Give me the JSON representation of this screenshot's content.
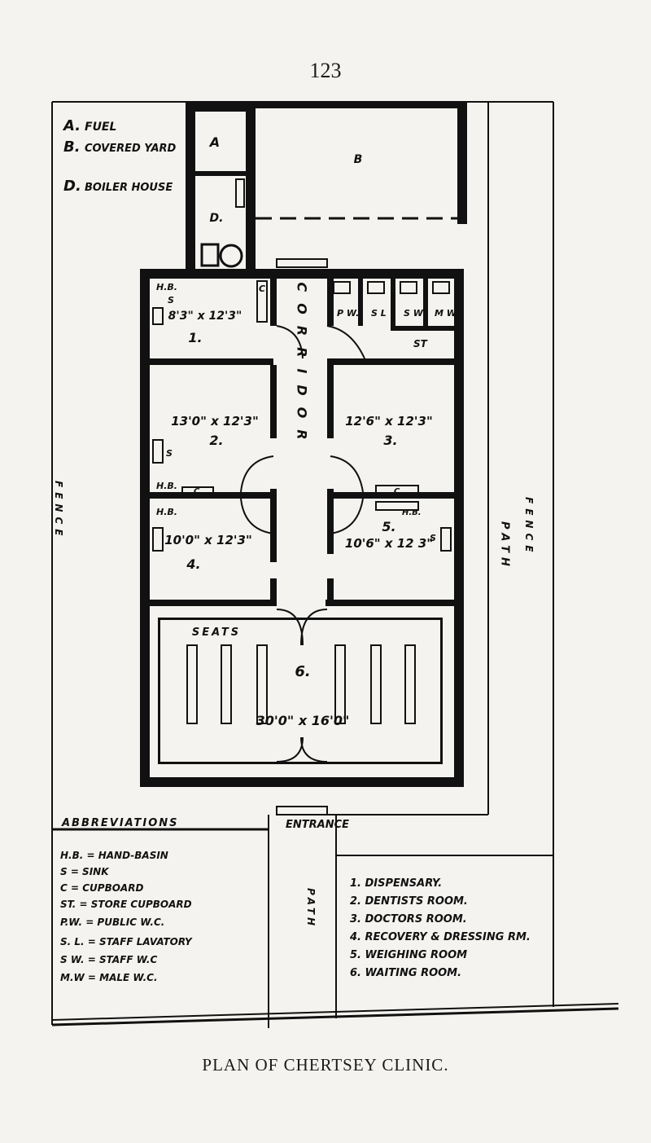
{
  "page_number": "123",
  "caption": "PLAN OF CHERTSEY CLINIC.",
  "key_top": [
    {
      "code": "A.",
      "text": "FUEL"
    },
    {
      "code": "B.",
      "text": "COVERED YARD"
    },
    {
      "code": "D.",
      "text": "BOILER HOUSE"
    }
  ],
  "outbuilding_labels": {
    "a": "A",
    "b": "B",
    "d": "D."
  },
  "rooms": {
    "r1": {
      "dims": "8'3\" x 12'3\"",
      "num": "1."
    },
    "r2": {
      "dims": "13'0\" x 12'3\"",
      "num": "2."
    },
    "r3": {
      "dims": "12'6\" x 12'3\"",
      "num": "3."
    },
    "r4": {
      "dims": "10'0\" x 12'3\"",
      "num": "4."
    },
    "r5": {
      "dims": "10'6\" x 12 3\"",
      "num": "5."
    },
    "r6": {
      "dims": "30'0\" x 16'0\"",
      "num": "6."
    }
  },
  "fixtures": {
    "hb": "H.B.",
    "s": "S",
    "c": "C",
    "pw": "P W.",
    "sl": "S L",
    "sw": "S W",
    "mw": "M W",
    "st": "ST"
  },
  "corridor": "CORRIDOR",
  "seats": "SEATS",
  "entrance": "ENTRANCE",
  "path": "PATH",
  "fence": "FENCE",
  "abbreviations": {
    "title": "ABBREVIATIONS",
    "items": [
      "H.B. = HAND-BASIN",
      "S = SINK",
      "C = CUPBOARD",
      "ST. = STORE CUPBOARD",
      "P.W. = PUBLIC W.C.",
      "S. L. = STAFF LAVATORY",
      "S W. = STAFF W.C",
      "M.W = MALE W.C."
    ]
  },
  "legend": [
    "1. DISPENSARY.",
    "2. DENTISTS ROOM.",
    "3. DOCTORS ROOM.",
    "4. RECOVERY & DRESSING RM.",
    "5. WEIGHING ROOM",
    "6. WAITING ROOM."
  ]
}
